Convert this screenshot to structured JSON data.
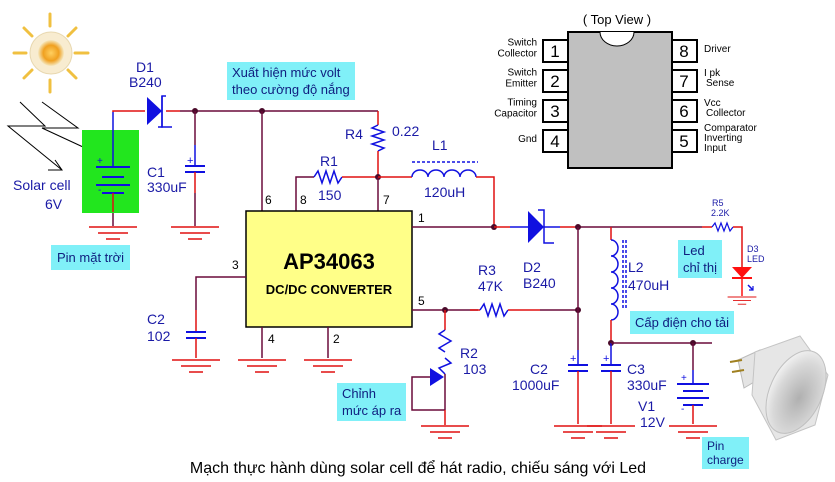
{
  "title": "Mạch thực hành dùng solar cell để hát radio, chiếu sáng với Led",
  "colors": {
    "wire": "#6a0a3a",
    "wire_red": "#e01010",
    "component_blue": "#1010e0",
    "label_blue": "#1a1aa6",
    "note_bg": "#80f0f8",
    "ic_body": "#ffff88",
    "solar_green": "#22e61e",
    "led_red": "#ff1010",
    "pinout_body": "#c0c0c0"
  },
  "notes": {
    "voltage_level": [
      "Xuất hiện mức volt",
      "theo cường độ nắng"
    ],
    "solar_panel": "Pin mặt trời",
    "adjust_output": [
      "Chỉnh",
      "mức áp ra"
    ],
    "indicator_led": [
      "Led",
      "chỉ thị"
    ],
    "load_supply": "Cấp điện cho tải",
    "battery_charge": [
      "Pin",
      "charge"
    ]
  },
  "components": {
    "solar_cell": {
      "name": "Solar cell",
      "value": "6V"
    },
    "D1": {
      "name": "D1",
      "value": "B240"
    },
    "C1": {
      "name": "C1",
      "value": "330uF"
    },
    "R4": {
      "name": "R4",
      "value": "0.22"
    },
    "R1": {
      "name": "R1",
      "value": "150"
    },
    "L1": {
      "name": "L1",
      "value": "120uH"
    },
    "IC": {
      "name": "AP34063",
      "desc": "DC/DC CONVERTER"
    },
    "C2_timing": {
      "name": "C2",
      "value": "102"
    },
    "D2": {
      "name": "D2",
      "value": "B240"
    },
    "R3": {
      "name": "R3",
      "value": "47K"
    },
    "R2": {
      "name": "R2",
      "value": "103"
    },
    "L2": {
      "name": "L2",
      "value": "470uH"
    },
    "C2_out": {
      "name": "C2",
      "value": "1000uF"
    },
    "C3": {
      "name": "C3",
      "value": "330uF"
    },
    "V1": {
      "name": "V1",
      "value": "12V"
    },
    "R5": {
      "name": "R5",
      "value": "2.2K"
    },
    "D3": {
      "name": "D3",
      "value": "LED"
    }
  },
  "ic_pins": {
    "p1": "1",
    "p2": "2",
    "p3": "3",
    "p4": "4",
    "p5": "5",
    "p6": "6",
    "p7": "7",
    "p8": "8"
  },
  "pinout": {
    "title": "( Top View )",
    "left": [
      {
        "num": "1",
        "label": [
          "Switch",
          "Collector"
        ]
      },
      {
        "num": "2",
        "label": [
          "Switch",
          "Emitter"
        ]
      },
      {
        "num": "3",
        "label": [
          "Timing",
          "Capacitor"
        ]
      },
      {
        "num": "4",
        "label": [
          "Gnd"
        ]
      }
    ],
    "right": [
      {
        "num": "8",
        "label": [
          "Driver"
        ]
      },
      {
        "num": "7",
        "label": [
          "I pk",
          "Sense"
        ]
      },
      {
        "num": "6",
        "label": [
          "Vcc",
          "Collector"
        ]
      },
      {
        "num": "5",
        "label": [
          "Comparator",
          "Inverting",
          "Input"
        ]
      }
    ]
  }
}
